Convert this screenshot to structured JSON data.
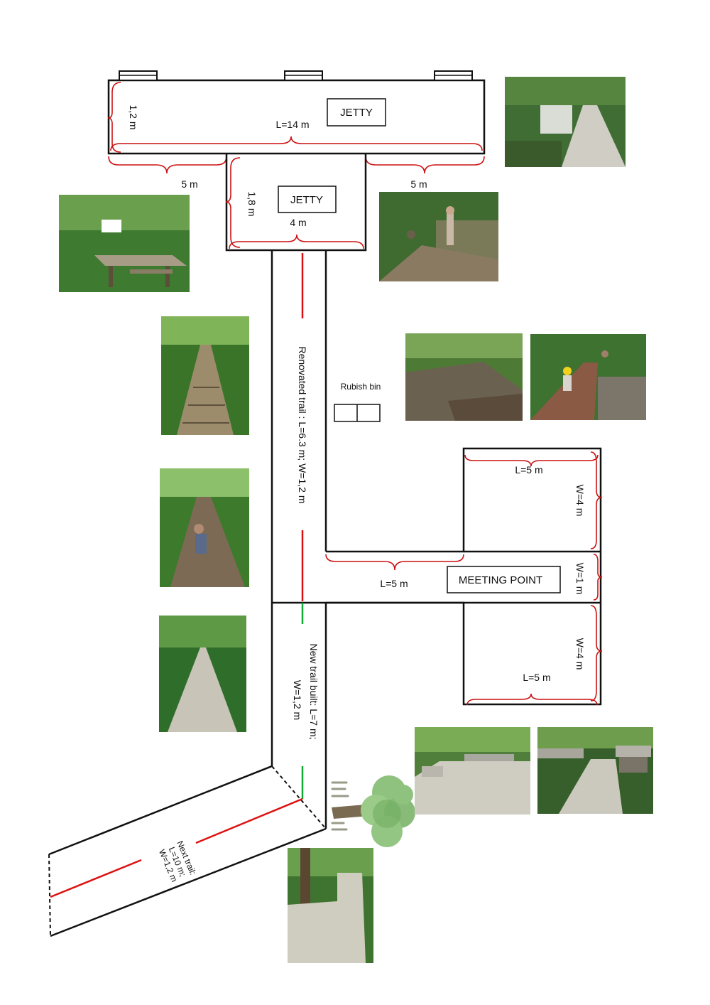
{
  "labels": {
    "jetty_main": "JETTY",
    "jetty_small": "JETTY",
    "dim_1_2m": "1,2 m",
    "dim_L14": "L=14 m",
    "dim_5m_left": "5 m",
    "dim_5m_right": "5 m",
    "dim_1_8m": "1,8 m",
    "dim_4m": "4 m",
    "renovated_trail": "Renovated trail : L=6.3 m; W=1,2 m",
    "rubbish_bin": "Rubish bin",
    "dim_L5_top": "L=5 m",
    "dim_W4_top": "W=4 m",
    "dim_L5_mid": "L=5 m",
    "meeting_point": "MEETING POINT",
    "dim_W1": "W=1 m",
    "dim_W4_bottom": "W=4 m",
    "dim_L5_bottom": "L=5 m",
    "new_trail_line1": "New trail built: L=7 m;",
    "new_trail_line2": "W=1,2 m",
    "next_trail_line1": "Next trail:",
    "next_trail_line2": "L=10 m;",
    "next_trail_line3": "W=1,2 m"
  },
  "colors": {
    "outline": "#111111",
    "dimension": "#cc1111",
    "renovated": "#dd1111",
    "new_built": "#11aa33",
    "foliage": "#2f6b2a",
    "concrete": "#c9c7bd",
    "wood": "#6e5a40"
  },
  "photos": [
    {
      "name": "photo-jetty-boat",
      "kind": "boat"
    },
    {
      "name": "photo-picnic-platform",
      "kind": "platform"
    },
    {
      "name": "photo-jetty-workers",
      "kind": "workers"
    },
    {
      "name": "photo-wooden-trail",
      "kind": "wood-trail"
    },
    {
      "name": "photo-broken-platform",
      "kind": "broken"
    },
    {
      "name": "photo-workers-trail",
      "kind": "workers2"
    },
    {
      "name": "photo-worker-kneeling",
      "kind": "kneel"
    },
    {
      "name": "photo-concrete-trail",
      "kind": "concrete-trail"
    },
    {
      "name": "photo-concrete-platform",
      "kind": "concrete-platform"
    },
    {
      "name": "photo-concrete-bridge",
      "kind": "bridge"
    },
    {
      "name": "photo-concrete-path-turn",
      "kind": "turn"
    }
  ]
}
